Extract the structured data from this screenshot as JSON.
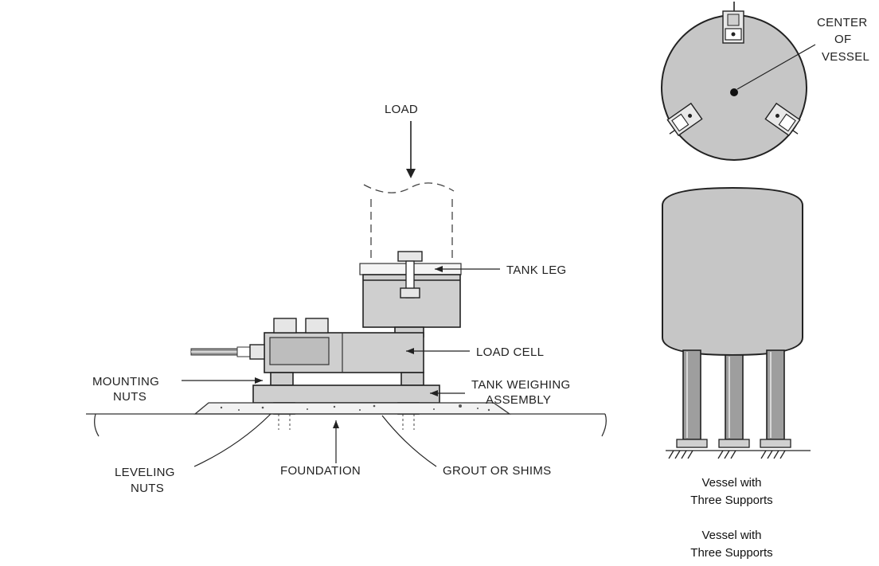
{
  "detail": {
    "labels": {
      "load": "LOAD",
      "tank_leg": "TANK LEG",
      "load_cell": "LOAD CELL",
      "mounting_nuts_1": "MOUNTING",
      "mounting_nuts_2": "NUTS",
      "tank_weighing_1": "TANK WEIGHING",
      "tank_weighing_2": "ASSEMBLY",
      "leveling_nuts_1": "LEVELING",
      "leveling_nuts_2": "NUTS",
      "foundation": "FOUNDATION",
      "grout": "GROUT OR SHIMS"
    }
  },
  "top_view": {
    "center_label_1": "CENTER",
    "center_label_2": "OF",
    "center_label_3": "VESSEL"
  },
  "captions": [
    {
      "line1": "Vessel with",
      "line2": "Three Supports"
    },
    {
      "line1": "Vessel with",
      "line2": "Three Supports"
    }
  ]
}
